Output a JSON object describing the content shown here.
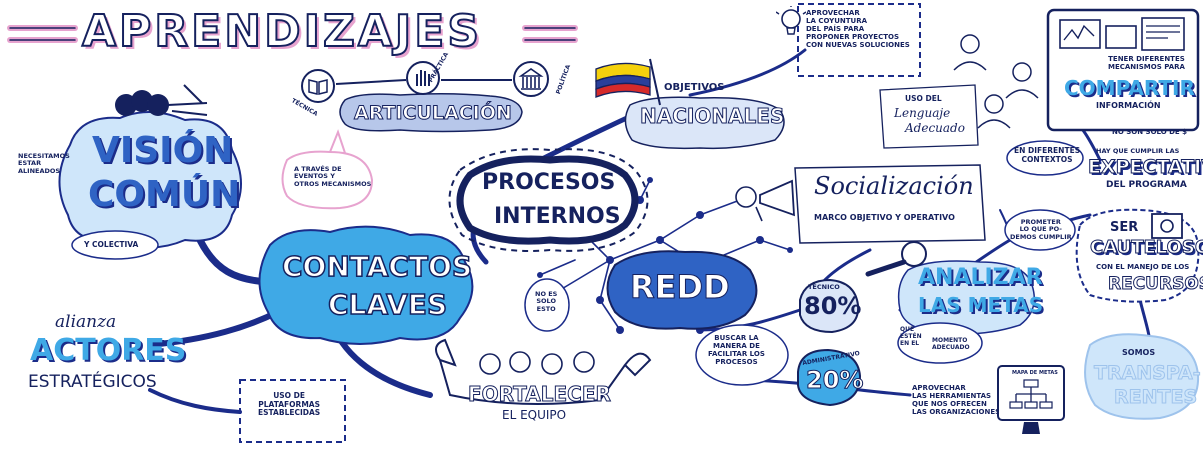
{
  "title": "APRENDIZAJES",
  "articulacion": {
    "label": "ARTICULACIÓN",
    "items": [
      "TÉCNICA",
      "PRÁCTICA",
      "POLÍTICA"
    ]
  },
  "a_traves": [
    "A TRAVÉS DE",
    "EVENTOS Y",
    "OTROS MECANISMOS"
  ],
  "vision": {
    "line1": "VISIÓN",
    "line2": "COMÚN",
    "note": [
      "NECESITAMOS",
      "ESTAR",
      "ALINEADOS"
    ],
    "colectiva": "Y COLECTIVA"
  },
  "contactos": {
    "line1": "CONTACTOS",
    "line2": "CLAVES"
  },
  "actores": {
    "alianza": "alianza",
    "line1": "ACTORES",
    "line2": "ESTRATÉGICOS"
  },
  "plataformas": [
    "USO DE",
    "PLATAFORMAS",
    "ESTABLECIDAS"
  ],
  "objetivos": {
    "line1": "OBJETIVOS",
    "line2": "NACIONALES"
  },
  "aprovechar_coyuntura": [
    "APROVECHAR",
    "LA COYUNTURA",
    "DEL PAÍS PARA",
    "PROPONER PROYECTOS",
    "CON NUEVAS SOLUCIONES"
  ],
  "procesos": {
    "line1": "PROCESOS",
    "line2": "INTERNOS"
  },
  "redd": "REDD",
  "no_solo": [
    "NO ES",
    "SOLO",
    "ESTO"
  ],
  "fortalecer": {
    "line1": "FORTALECER",
    "line2": "EL EQUIPO"
  },
  "buscar": [
    "BUSCAR LA",
    "MANERA DE",
    "FACILITAR LOS",
    "PROCESOS"
  ],
  "tecnico": {
    "label": "TÉCNICO",
    "value": "80%"
  },
  "administrativo": {
    "label": "ADMINISTRATIVO",
    "value": "20%"
  },
  "socializacion": {
    "title": "Socialización",
    "subtitle": "MARCO OBJETIVO Y OPERATIVO"
  },
  "lenguaje": {
    "prefix": "USO DEL",
    "hand": [
      "Lenguaje",
      "Adecuado"
    ]
  },
  "contextos": [
    "EN DIFERENTES",
    "CONTEXTOS"
  ],
  "compartir": {
    "top": [
      "TENER DIFERENTES",
      "MECANISMOS PARA"
    ],
    "word": "COMPARTIR",
    "sub": "INFORMACIÓN"
  },
  "no_dinero": "NO SON SOLO DE $",
  "expectativas": {
    "pre": "HAY QUE CUMPLIR LAS",
    "word": "EXPECTATIVAS",
    "post": "DEL PROGRAMA"
  },
  "prometer": [
    "PROMETER",
    "LO QUE PO-",
    "DEMOS CUMPLIR"
  ],
  "cautelosos": {
    "ser": "SER",
    "word": "CAUTELOSOS",
    "middle": "CON EL MANEJO DE LOS",
    "recursos": "RECURSOS"
  },
  "analizar": {
    "line1": "ANALIZAR",
    "line2": "LAS METAS"
  },
  "que_esten": [
    "QUE",
    "ESTÉN",
    "EN EL",
    "MOMENTO",
    "ADECUADO"
  ],
  "herramientas": [
    "APROVECHAR",
    "LAS HERRAMIENTAS",
    "QUE NOS OFRECEN",
    "LAS ORGANIZACIONES"
  ],
  "mapa_metas": "MAPA DE METAS",
  "transparentes": {
    "somos": "SOMOS",
    "word1": "TRANSPA-",
    "word2": "RENTES"
  },
  "colors": {
    "navy": "#15215e",
    "blue": "#1b2c8a",
    "light_blue": "#3fa9e6",
    "pale_blue": "#cfe6fa",
    "pink": "#e7a3cf",
    "yellow": "#f5d10c",
    "flag_blue": "#2a3f9b",
    "flag_red": "#d62a2a"
  }
}
